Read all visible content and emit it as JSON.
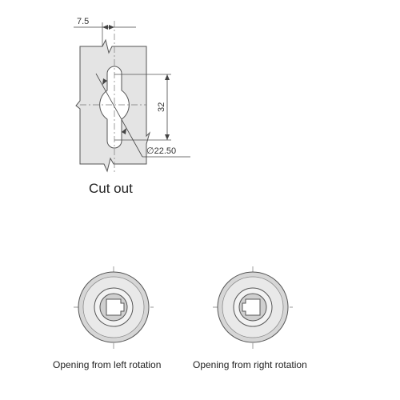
{
  "cutout": {
    "caption": "Cut out",
    "dim_offset": "7.5",
    "dim_height": "32",
    "dim_diameter": "∅22.50"
  },
  "views": {
    "left_caption": "Opening from left rotation",
    "right_caption": "Opening from right rotation"
  },
  "colors": {
    "plate": "#e4e4e4",
    "line": "#555555",
    "ring": "#d6d6d6",
    "ring_inner": "#eeeeee",
    "core": "#cfcfcf"
  }
}
